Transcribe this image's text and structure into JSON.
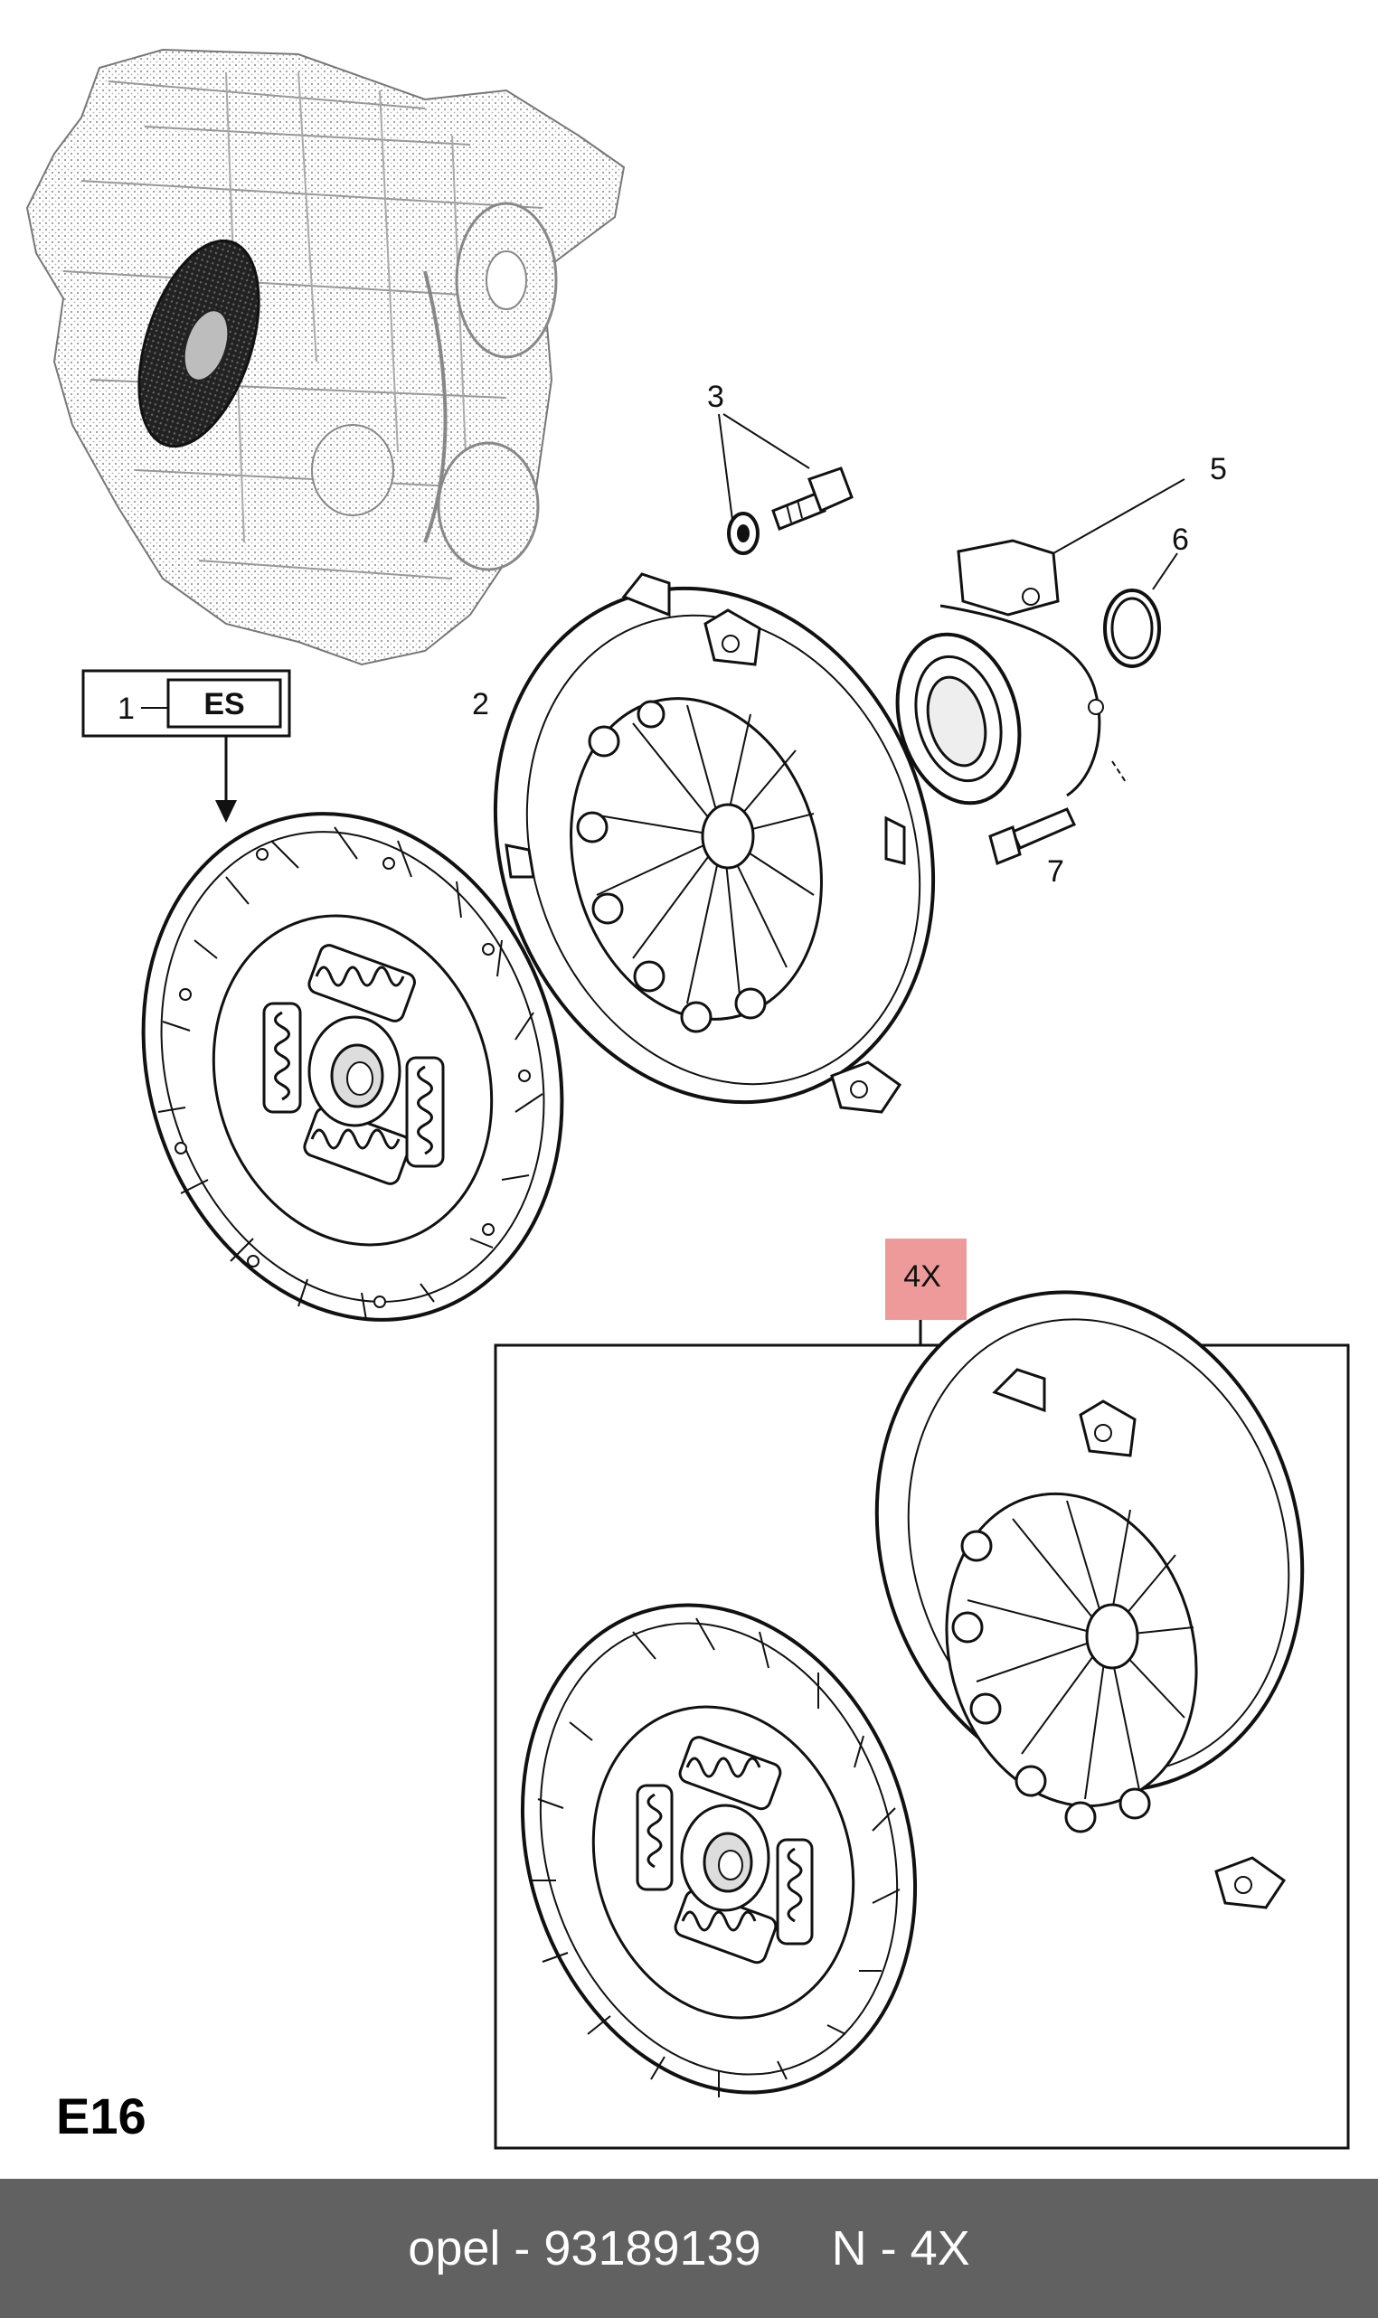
{
  "diagram": {
    "page_code": "E16",
    "kit_marker": "4X",
    "es_label": "ES",
    "callouts": {
      "c1": "1",
      "c2": "2",
      "c3": "3",
      "c5": "5",
      "c6": "6",
      "c7": "7"
    },
    "colors": {
      "kit_marker": "#ef9a9a",
      "footer_bar": "#616161"
    }
  },
  "footer": {
    "part_text": "opel - 93189139",
    "code_text": "N - 4X"
  }
}
